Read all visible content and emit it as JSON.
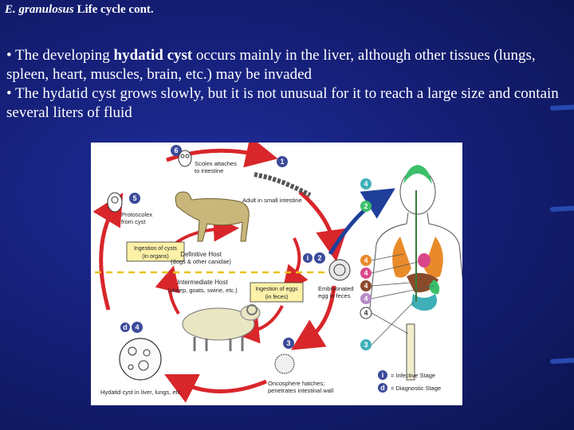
{
  "title": {
    "species": "E. granulosus",
    "rest": " Life cycle cont."
  },
  "bullets": [
    {
      "pre": "• The developing ",
      "bold": "hydatid cyst",
      "post": " occurs mainly in the liver, although other tissues (lungs, spleen, heart, muscles, brain, etc.) may be invaded"
    },
    {
      "pre": "• The hydatid cyst grows slowly, but it is not unusual for it to reach a large size and contain several liters of fluid",
      "bold": "",
      "post": ""
    }
  ],
  "figure": {
    "scolex": "Scolex attaches",
    "scolex2": "to intestine",
    "adult": "Adult in small intestine",
    "protoscolex": "Protoscolex",
    "protoscolex2": "from cyst",
    "ingestion_cysts": "Ingestion of cysts",
    "ingestion_cysts2": "(in organs)",
    "definitive_host": "Definitive Host",
    "definitive_host2": "(dogs & other canidae)",
    "intermediate_host": "Intermediate Host",
    "intermediate_host2": "(sheep, goats, swine, etc.)",
    "ingestion_eggs": "Ingestion of eggs",
    "ingestion_eggs2": "(in feces)",
    "egg": "Embryonated",
    "egg2": "egg in feces",
    "oncosphere": "Oncosphere hatches;",
    "oncosphere2": "penetrates intestinal wall",
    "hydatid": "Hydatid cyst in liver, lungs, etc.",
    "infective": "= Infective Stage",
    "diagnostic": "= Diagnostic Stage",
    "mark_i": "i",
    "mark_d": "d",
    "step_1": "1",
    "step_2": "2",
    "step_3": "3",
    "step_4": "4",
    "step_5": "5",
    "step_6": "6"
  },
  "colors": {
    "background": "#16207a",
    "arrow_red": "#d8262b",
    "arrow_blue": "#1f3f9a",
    "step_circle": "#3b4a9a",
    "human_green": "#3cbf6a",
    "human_orange": "#e98a2a"
  }
}
